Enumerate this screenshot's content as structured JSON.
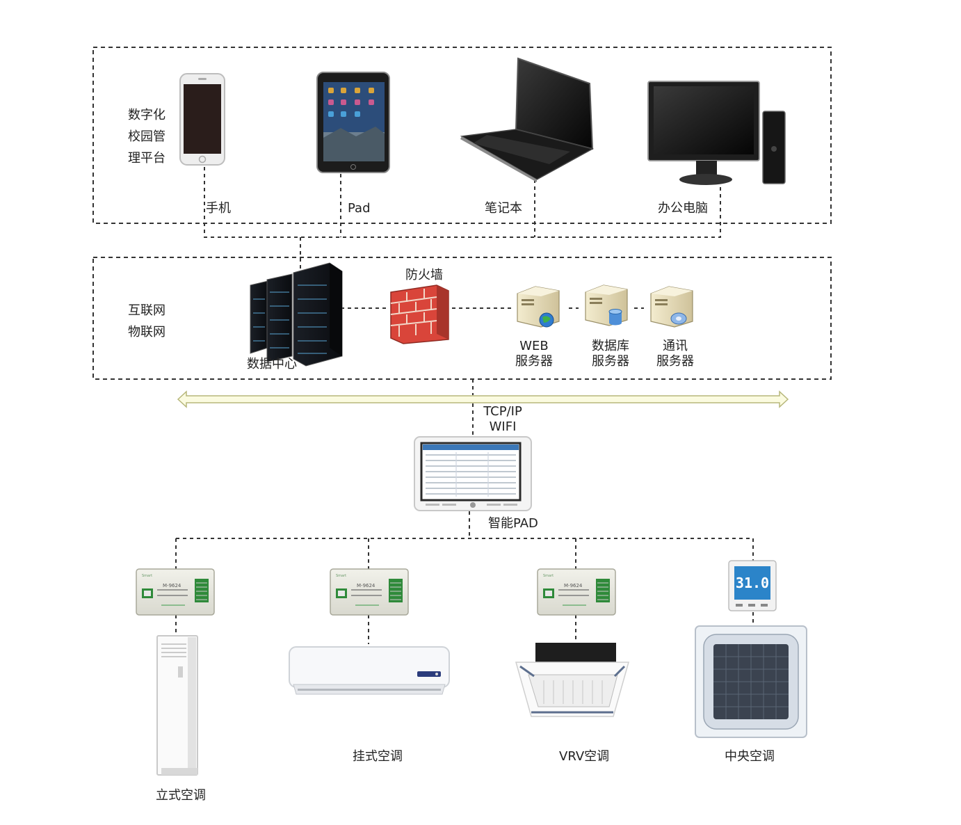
{
  "zones": {
    "terminal": {
      "title_lines": [
        "数字化",
        "校园管",
        "理平台"
      ],
      "devices": [
        {
          "label": "手机",
          "icon": "smartphone-icon"
        },
        {
          "label": "Pad",
          "icon": "tablet-icon"
        },
        {
          "label": "笔记本",
          "icon": "laptop-icon"
        },
        {
          "label": "办公电脑",
          "icon": "desktop-pc-icon"
        }
      ]
    },
    "network": {
      "title_lines": [
        "互联网",
        "物联网"
      ],
      "data_center": "数据中心",
      "firewall": "防火墙",
      "servers": [
        {
          "line1": "WEB",
          "line2": "服务器",
          "icon": "web-server-icon"
        },
        {
          "line1": "数据库",
          "line2": "服务器",
          "icon": "database-server-icon"
        },
        {
          "line1": "通讯",
          "line2": "服务器",
          "icon": "communication-server-icon"
        }
      ]
    }
  },
  "bus": {
    "protocol_line1": "TCP/IP",
    "protocol_line2": "WIFI"
  },
  "smart_pad": {
    "label": "智能PAD",
    "icon": "smart-pad-icon"
  },
  "controllers": {
    "model": "M-9624",
    "thermostat_reading": "31.0"
  },
  "air_conditioners": [
    {
      "label": "立式空调",
      "icon": "floor-standing-ac-icon"
    },
    {
      "label": "挂式空调",
      "icon": "wall-mounted-ac-icon"
    },
    {
      "label": "VRV空调",
      "icon": "vrv-cassette-ac-icon"
    },
    {
      "label": "中央空调",
      "icon": "central-ac-icon"
    }
  ],
  "colors": {
    "line": "#333333",
    "bus_fill": "#fbfbe0",
    "bus_stroke": "#c9c98a",
    "firewall": "#d9453a"
  }
}
